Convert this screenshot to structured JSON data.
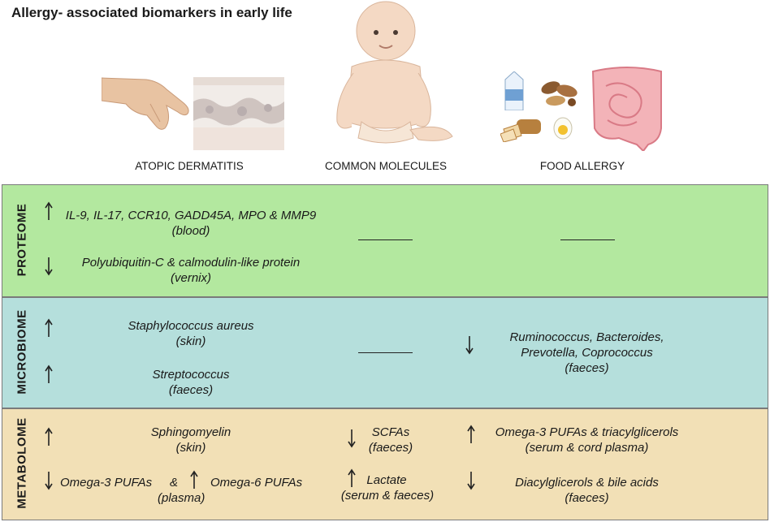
{
  "title": "Allergy- associated biomarkers in early life",
  "columns": {
    "atopic_dermatitis": "ATOPIC DERMATITIS",
    "common_molecules": "COMMON MOLECULES",
    "food_allergy": "FOOD ALLERGY"
  },
  "rows": {
    "proteome": {
      "label": "PROTEOME",
      "ad_up_line1": "IL-9, IL-17, CCR10, GADD45A, MPO & MMP9",
      "ad_up_line2": "(blood)",
      "ad_down_line1": "Polyubiquitin-C & calmodulin-like protein",
      "ad_down_line2": "(vernix)"
    },
    "microbiome": {
      "label": "MICROBIOME",
      "ad_up1_line1": "Staphylococcus aureus",
      "ad_up1_line2": "(skin)",
      "ad_up2_line1": "Streptococcus",
      "ad_up2_line2": "(faeces)",
      "fa_down_line1": "Ruminococcus, Bacteroides,",
      "fa_down_line2": "Prevotella, Coprococcus",
      "fa_down_line3": "(faeces)"
    },
    "metabolome": {
      "label": "METABOLOME",
      "ad_up_line1": "Sphingomyelin",
      "ad_up_line2": "(skin)",
      "ad_down_a": "Omega-3 PUFAs",
      "ad_amp": "&",
      "ad_up_b": "Omega-6 PUFAs",
      "ad_plasma": "(plasma)",
      "cm_down_line1": "SCFAs",
      "cm_down_line2": "(faeces)",
      "cm_up_line1": "Lactate",
      "cm_up_line2": "(serum & faeces)",
      "fa_up_line1": "Omega-3 PUFAs & triacylglicerols",
      "fa_up_line2": "(serum & cord plasma)",
      "fa_down_line1": "Diacylglicerols & bile acids",
      "fa_down_line2": "(faeces)"
    }
  },
  "icons": [
    "hand-icon",
    "skin-tissue-icon",
    "baby-icon",
    "milk-carton-icon",
    "peanuts-icon",
    "bread-icon",
    "egg-icon",
    "intestine-icon",
    "arrow-up-icon",
    "arrow-down-icon"
  ],
  "colors": {
    "proteome_bg": "#b3e89f",
    "microbiome_bg": "#b5dfdc",
    "metabolome_bg": "#f2e0b6"
  }
}
